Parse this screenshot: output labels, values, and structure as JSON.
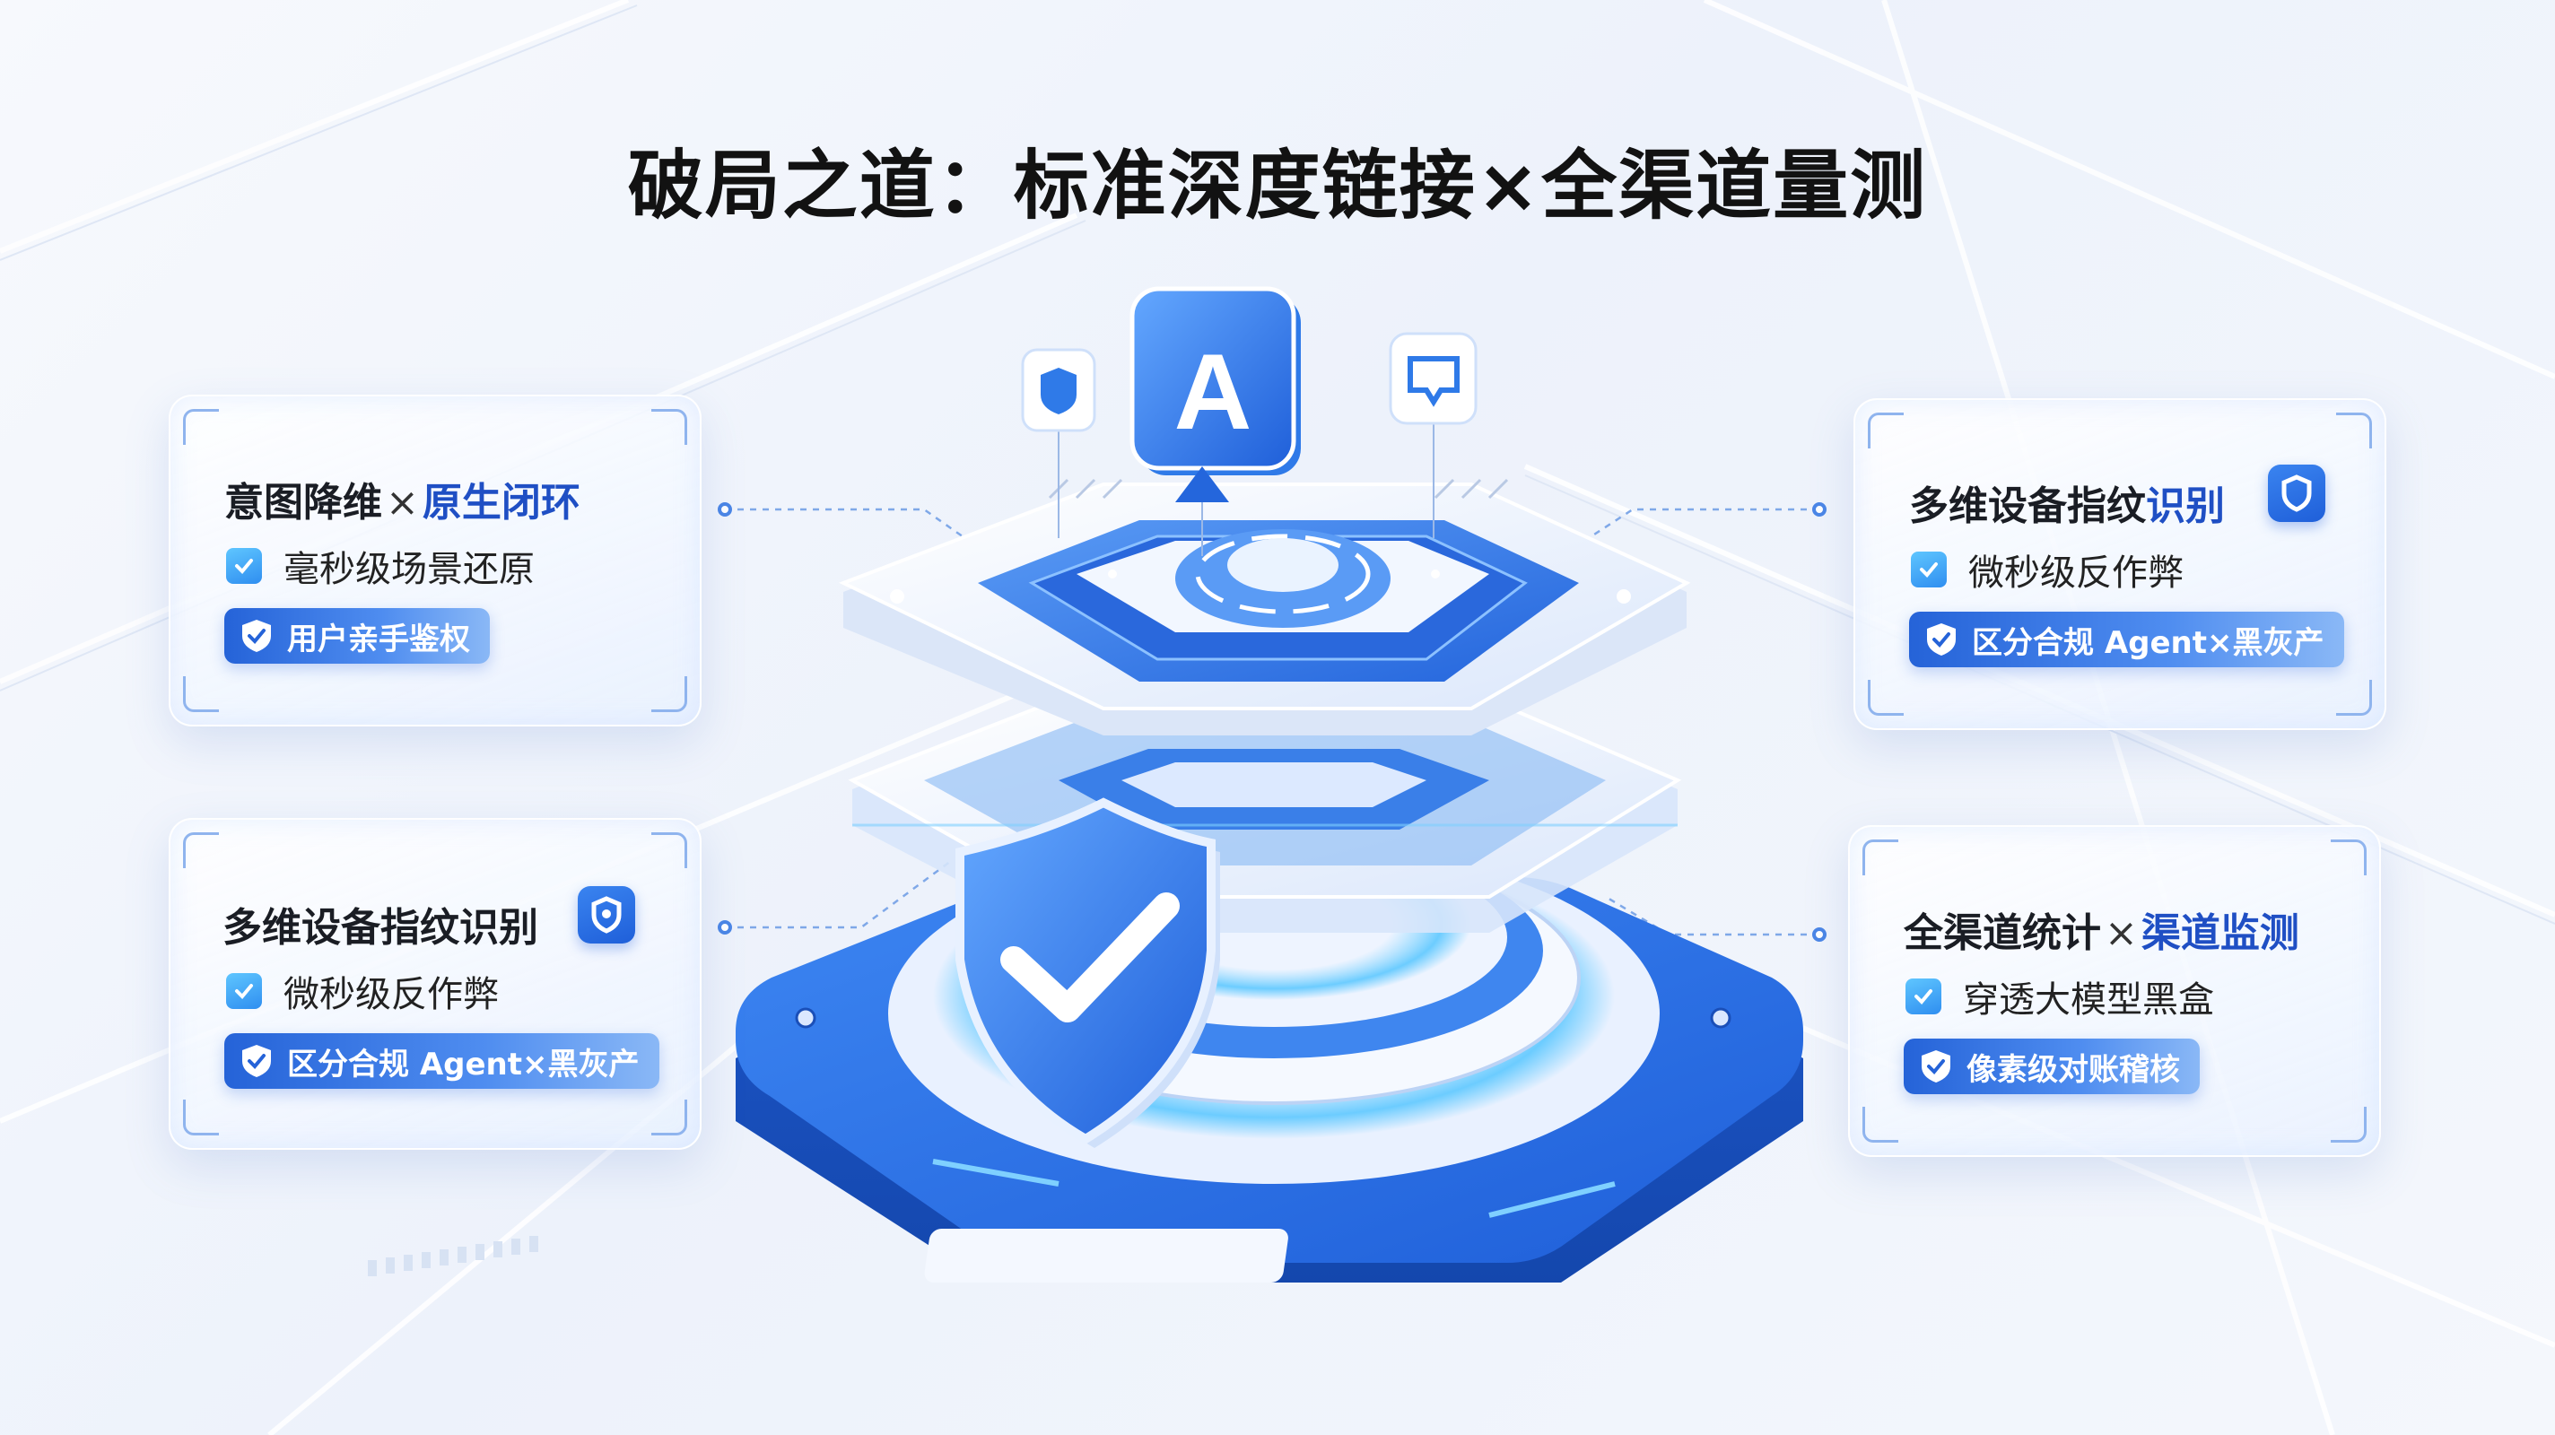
{
  "title": "破局之道：标准深度链接×全渠道量测",
  "cards": {
    "top_left": {
      "title_main": "意图降维",
      "title_x": "×",
      "title_accent": "原生闭环",
      "check": "毫秒级场景还原",
      "pill": "用户亲手鉴权"
    },
    "top_right": {
      "title_main": "多维设备指纹",
      "title_accent": "识别",
      "check": "微秒级反作弊",
      "pill": "区分合规 Agent×黑灰产"
    },
    "bottom_left": {
      "title_main": "多维设备指纹识别",
      "check": "微秒级反作弊",
      "pill": "区分合规 Agent×黑灰产"
    },
    "bottom_right": {
      "title_main": "全渠道统计",
      "title_x": "×",
      "title_accent": "渠道监测",
      "check": "穿透大模型黑盒",
      "pill": "像素级对账稽核"
    }
  },
  "center": {
    "chip_letter": "A",
    "icons": [
      "shield-pin-icon",
      "chip-letter-a-icon",
      "chat-shield-icon",
      "shield-check-icon"
    ]
  },
  "colors": {
    "accent": "#1f4fc4",
    "brand_blue": "#2563d8",
    "light_blue": "#5fc6ff",
    "title": "#121212"
  }
}
